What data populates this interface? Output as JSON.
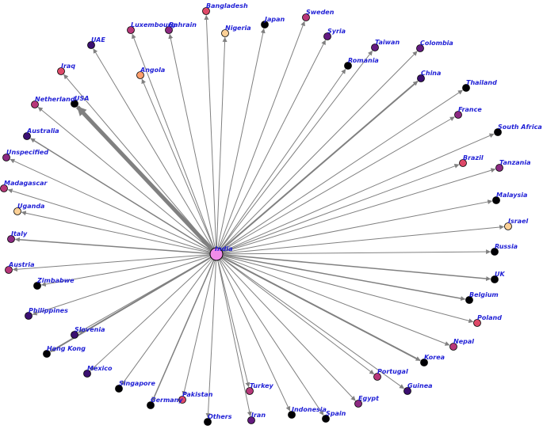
{
  "graph": {
    "hub": {
      "label": "India",
      "color": "#f08ce8"
    },
    "edge_color": "#808080",
    "node_colors": {
      "black": "#000004",
      "deep_purple": "#3b0f70",
      "purple": "#641a80",
      "magenta": "#8c2981",
      "rose": "#b73779",
      "coral": "#de4968",
      "orange": "#fe9f6d",
      "cream": "#fcd096"
    },
    "nodes": [
      {
        "label": "Bangladesh",
        "color": "coral",
        "weight": 1
      },
      {
        "label": "Japan",
        "color": "black",
        "weight": 1
      },
      {
        "label": "Sweden",
        "color": "rose",
        "weight": 1
      },
      {
        "label": "Nigeria",
        "color": "cream",
        "weight": 1
      },
      {
        "label": "Syria",
        "color": "purple",
        "weight": 1
      },
      {
        "label": "Bahrain",
        "color": "magenta",
        "weight": 1
      },
      {
        "label": "Luxembourg",
        "color": "rose",
        "weight": 1
      },
      {
        "label": "Taiwan",
        "color": "purple",
        "weight": 1
      },
      {
        "label": "Colombia",
        "color": "purple",
        "weight": 1
      },
      {
        "label": "UAE",
        "color": "deep_purple",
        "weight": 1
      },
      {
        "label": "Romania",
        "color": "black",
        "weight": 1
      },
      {
        "label": "Angola",
        "color": "orange",
        "weight": 1
      },
      {
        "label": "Iraq",
        "color": "coral",
        "weight": 1
      },
      {
        "label": "China",
        "color": "deep_purple",
        "weight": 2
      },
      {
        "label": "Thailand",
        "color": "black",
        "weight": 1
      },
      {
        "label": "USA",
        "color": "black",
        "weight": 5
      },
      {
        "label": "Netherland",
        "color": "rose",
        "weight": 1
      },
      {
        "label": "France",
        "color": "magenta",
        "weight": 1
      },
      {
        "label": "Australia",
        "color": "deep_purple",
        "weight": 1.5
      },
      {
        "label": "South Africa",
        "color": "black",
        "weight": 1
      },
      {
        "label": "Unspecified",
        "color": "magenta",
        "weight": 1
      },
      {
        "label": "Brazil",
        "color": "coral",
        "weight": 1
      },
      {
        "label": "Tanzania",
        "color": "magenta",
        "weight": 1
      },
      {
        "label": "Madagascar",
        "color": "rose",
        "weight": 1
      },
      {
        "label": "Uganda",
        "color": "cream",
        "weight": 1
      },
      {
        "label": "Malaysia",
        "color": "black",
        "weight": 1
      },
      {
        "label": "Israel",
        "color": "cream",
        "weight": 1
      },
      {
        "label": "Italy",
        "color": "magenta",
        "weight": 1.5
      },
      {
        "label": "Russia",
        "color": "black",
        "weight": 1
      },
      {
        "label": "Austria",
        "color": "rose",
        "weight": 1
      },
      {
        "label": "UK",
        "color": "black",
        "weight": 1.5
      },
      {
        "label": "Zimbabwe",
        "color": "black",
        "weight": 1
      },
      {
        "label": "Belgium",
        "color": "black",
        "weight": 1.5
      },
      {
        "label": "Philippines",
        "color": "deep_purple",
        "weight": 1
      },
      {
        "label": "Poland",
        "color": "coral",
        "weight": 1
      },
      {
        "label": "Slovenia",
        "color": "deep_purple",
        "weight": 1
      },
      {
        "label": "Nepal",
        "color": "rose",
        "weight": 1
      },
      {
        "label": "Hang Kong",
        "color": "black",
        "weight": 2
      },
      {
        "label": "Korea",
        "color": "black",
        "weight": 2
      },
      {
        "label": "Mexico",
        "color": "deep_purple",
        "weight": 1
      },
      {
        "label": "Portugal",
        "color": "rose",
        "weight": 1
      },
      {
        "label": "Guinea",
        "color": "deep_purple",
        "weight": 1
      },
      {
        "label": "Singapore",
        "color": "black",
        "weight": 1
      },
      {
        "label": "Turkey",
        "color": "rose",
        "weight": 1
      },
      {
        "label": "Egypt",
        "color": "magenta",
        "weight": 1
      },
      {
        "label": "Pakistan",
        "color": "coral",
        "weight": 1
      },
      {
        "label": "Germany",
        "color": "black",
        "weight": 1.5
      },
      {
        "label": "Indonesia",
        "color": "black",
        "weight": 1
      },
      {
        "label": "Spain",
        "color": "black",
        "weight": 1
      },
      {
        "label": "Others",
        "color": "black",
        "weight": 1
      },
      {
        "label": "Iran",
        "color": "purple",
        "weight": 1
      }
    ]
  }
}
